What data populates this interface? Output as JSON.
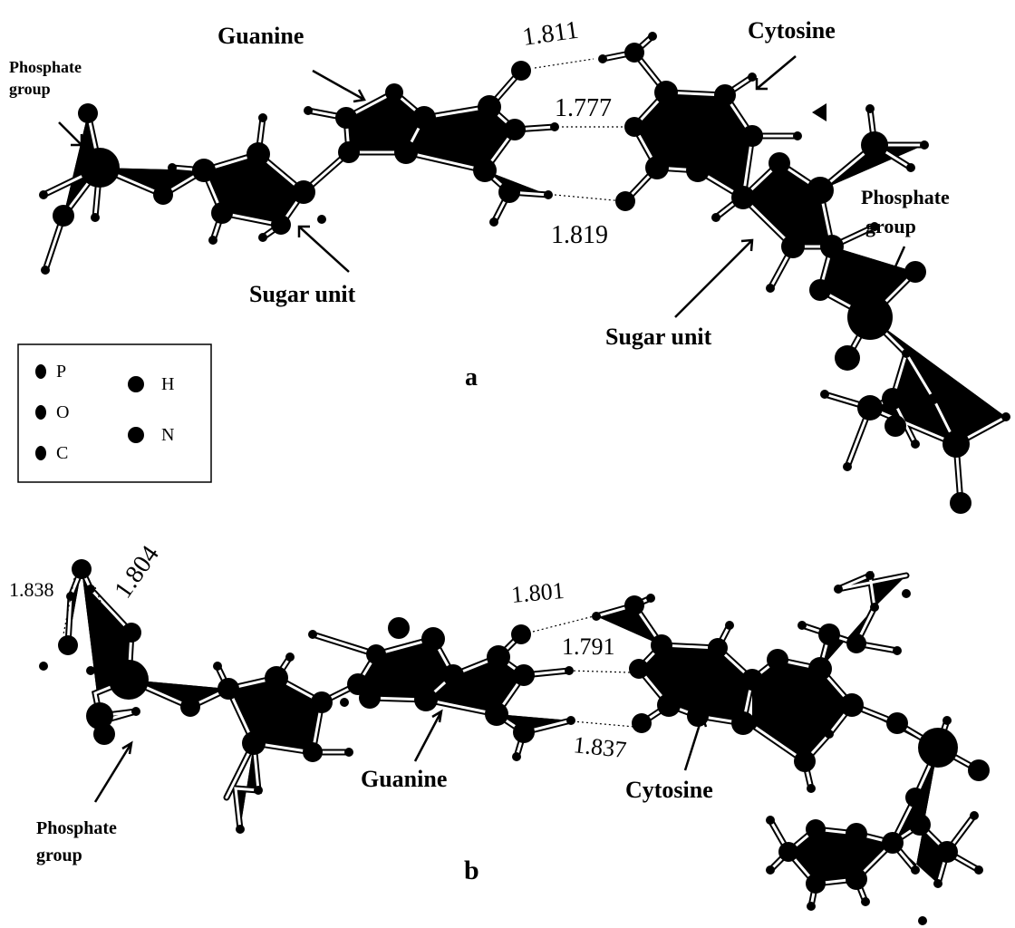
{
  "panel_a": {
    "panel_label": "a",
    "labels": {
      "guanine": "Guanine",
      "cytosine": "Cytosine",
      "phosphate_left_1": "Phosphate",
      "phosphate_left_2": "group",
      "phosphate_right_1": "Phosphate",
      "phosphate_right_2": "group",
      "sugar_left": "Sugar unit",
      "sugar_right": "Sugar unit"
    },
    "distances": {
      "top": "1.811",
      "middle": "1.777",
      "bottom": "1.819"
    }
  },
  "panel_b": {
    "panel_label": "b",
    "labels": {
      "guanine": "Guanine",
      "cytosine": "Cytosine",
      "phosphate_1": "Phosphate",
      "phosphate_2": "group"
    },
    "distances": {
      "water_left": "1.838",
      "water_right": "1.804",
      "top": "1.801",
      "middle": "1.791",
      "bottom": "1.837"
    }
  },
  "legend": {
    "items": [
      {
        "symbol": "P"
      },
      {
        "symbol": "O"
      },
      {
        "symbol": "C"
      },
      {
        "symbol": "H"
      },
      {
        "symbol": "N"
      }
    ]
  }
}
